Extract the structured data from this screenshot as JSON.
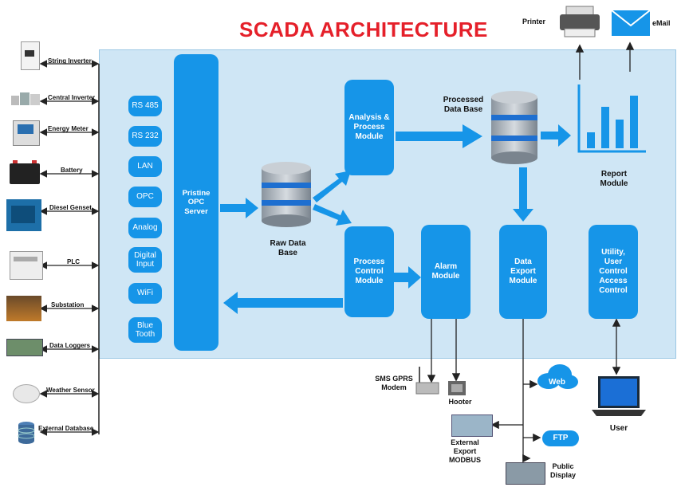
{
  "title": "SCADA ARCHITECTURE",
  "devices": [
    {
      "label": "String Inverter",
      "icon": "inverter-icon"
    },
    {
      "label": "Central Inverter",
      "icon": "central-inverter-icon"
    },
    {
      "label": "Energy Meter",
      "icon": "energy-meter-icon"
    },
    {
      "label": "Battery",
      "icon": "battery-icon"
    },
    {
      "label": "Diesel Genset",
      "icon": "genset-icon"
    },
    {
      "label": "PLC",
      "icon": "plc-icon"
    },
    {
      "label": "Substation",
      "icon": "substation-icon"
    },
    {
      "label": "Data Loggers",
      "icon": "data-logger-icon"
    },
    {
      "label": "Weather Sensor",
      "icon": "weather-sensor-icon"
    },
    {
      "label": "External Database",
      "icon": "database-icon"
    }
  ],
  "protocols": [
    "RS 485",
    "RS 232",
    "LAN",
    "OPC",
    "Analog",
    "Digital Input",
    "WiFi",
    "Blue Tooth"
  ],
  "opc_server": "Pristine OPC Server",
  "raw_db": "Raw Data Base",
  "analysis_module": "Analysis & Process Module",
  "process_control_module": "Process Control Module",
  "alarm_module": "Alarm Module",
  "processed_db": "Processed Data Base",
  "data_export_module": "Data Export Module",
  "utility_module": "Utility, User Control Access Control",
  "report_module": "Report Module",
  "printer": "Printer",
  "email": "eMail",
  "sms_modem": "SMS GPRS Modem",
  "hooter": "Hooter",
  "web": "Web",
  "ftp": "FTP",
  "external_export": "External Export MODBUS",
  "public_display": "Public Display",
  "user": "User",
  "colors": {
    "accent": "#1695e8",
    "panel": "#cfe6f5",
    "title": "#e5202a"
  }
}
